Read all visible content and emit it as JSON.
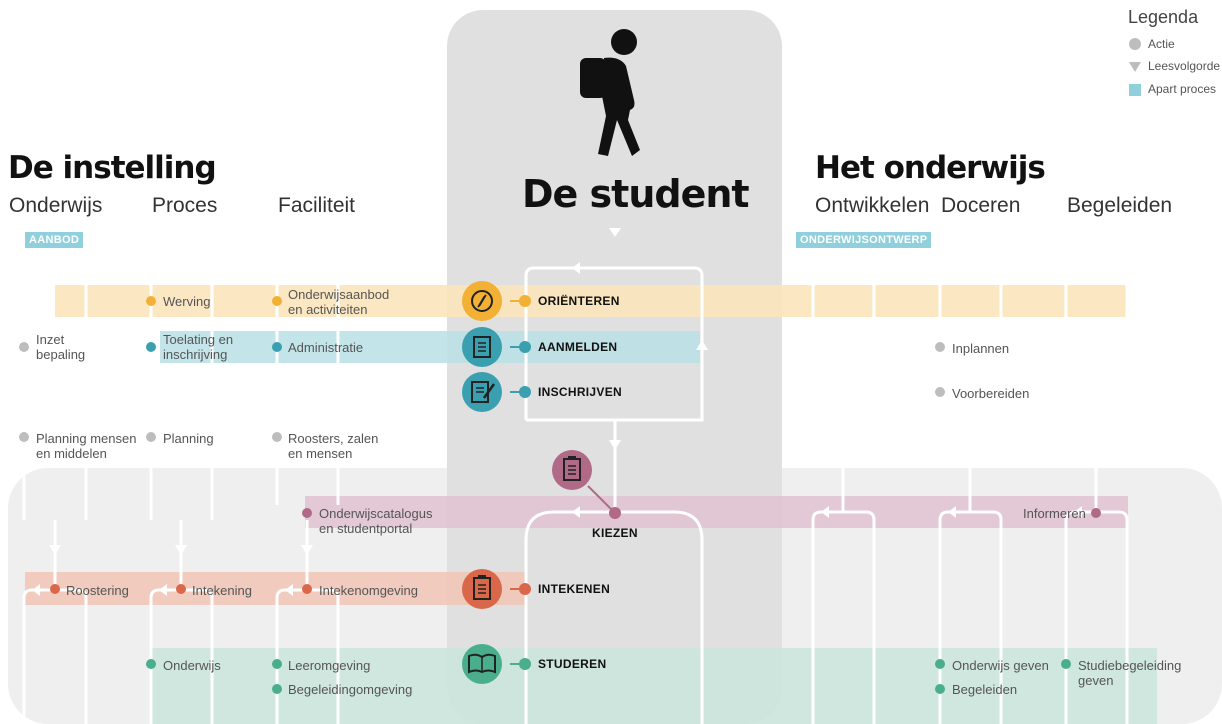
{
  "legend": {
    "title": "Legenda",
    "items": [
      "Actie",
      "Leesvolgorde",
      "Apart proces"
    ]
  },
  "headings": {
    "institution": "De instelling",
    "student": "De student",
    "education": "Het onderwijs"
  },
  "columns": {
    "onderwijs": "Onderwijs",
    "proces": "Proces",
    "faciliteit": "Faciliteit",
    "ontwikkelen": "Ontwikkelen",
    "doceren": "Doceren",
    "begeleiden": "Begeleiden"
  },
  "tags": {
    "aanbod": "AANBOD",
    "onderwijsontwerp": "ONDERWIJSONTWERP"
  },
  "steps": {
    "orienteren": "ORIËNTEREN",
    "aanmelden": "AANMELDEN",
    "inschrijven": "INSCHRIJVEN",
    "kiezen": "KIEZEN",
    "intekenen": "INTEKENEN",
    "studeren": "STUDEREN"
  },
  "actions": {
    "werving": "Werving",
    "onderwijsaanbod": "Onderwijsaanbod\nen activiteiten",
    "inzet_bepaling": "Inzet\nbepaling",
    "toelating": "Toelating en\ninschrijving",
    "administratie": "Administratie",
    "planning_mensen": "Planning mensen\nen middelen",
    "planning": "Planning",
    "roosters": "Roosters, zalen\nen mensen",
    "inplannen": "Inplannen",
    "voorbereiden": "Voorbereiden",
    "onderwijscatalogus": "Onderwijscatalogus\nen studentportal",
    "informeren": "Informeren",
    "roostering": "Roostering",
    "intekening": "Intekening",
    "intekenomgeving": "Intekenomgeving",
    "onderwijs": "Onderwijs",
    "leeromgeving": "Leeromgeving",
    "begeleidingomgeving": "Begeleidingomgeving",
    "onderwijs_geven": "Onderwijs geven",
    "begeleiden": "Begeleiden",
    "studiebegeleiding": "Studiebegeleiding\ngeven"
  },
  "colors": {
    "orienteren": "#f2b134",
    "aanmelden": "#3a9fae",
    "inschrijven": "#3a9fae",
    "kiezen": "#b06a88",
    "intekenen": "#d9684a",
    "studeren": "#4aae8c",
    "actie": "#bdbdbd",
    "apart_proces": "#8fd0dc",
    "panel": "#e2e2e2",
    "lower_panel": "#eeeeee"
  },
  "icons": {
    "student": "student-with-backpack-icon",
    "orienteren": "compass-icon",
    "aanmelden": "form-icon",
    "inschrijven": "signing-icon",
    "kiezen": "checklist-icon",
    "intekenen": "clipboard-icon",
    "studeren": "open-book-icon"
  }
}
